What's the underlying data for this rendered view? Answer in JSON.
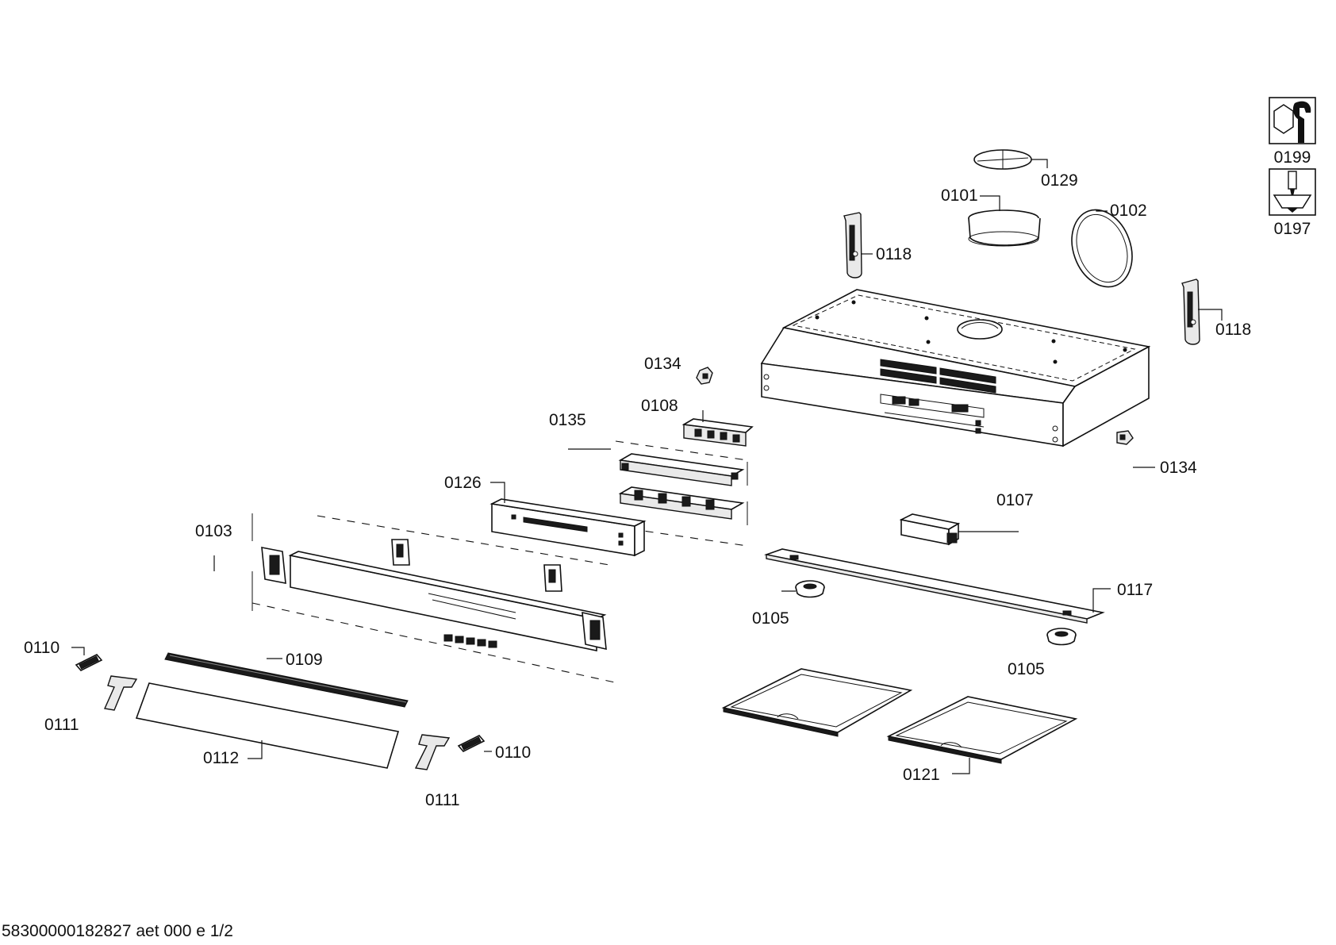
{
  "diagram": {
    "parts": {
      "p0129": "0129",
      "p0101": "0101",
      "p0102": "0102",
      "p0118a": "0118",
      "p0118b": "0118",
      "p0134a": "0134",
      "p0134b": "0134",
      "p0108": "0108",
      "p0135": "0135",
      "p0126": "0126",
      "p0103": "0103",
      "p0107": "0107",
      "p0117": "0117",
      "p0105a": "0105",
      "p0105b": "0105",
      "p0110a": "0110",
      "p0110b": "0110",
      "p0109": "0109",
      "p0111a": "0111",
      "p0111b": "0111",
      "p0112": "0112",
      "p0121": "0121"
    },
    "tool_icons": [
      {
        "icon": "wrench-nut-icon",
        "code": "0199"
      },
      {
        "icon": "screwdriver-icon",
        "code": "0197"
      }
    ],
    "footer": "58300000182827 aet 000 e 1/2"
  }
}
